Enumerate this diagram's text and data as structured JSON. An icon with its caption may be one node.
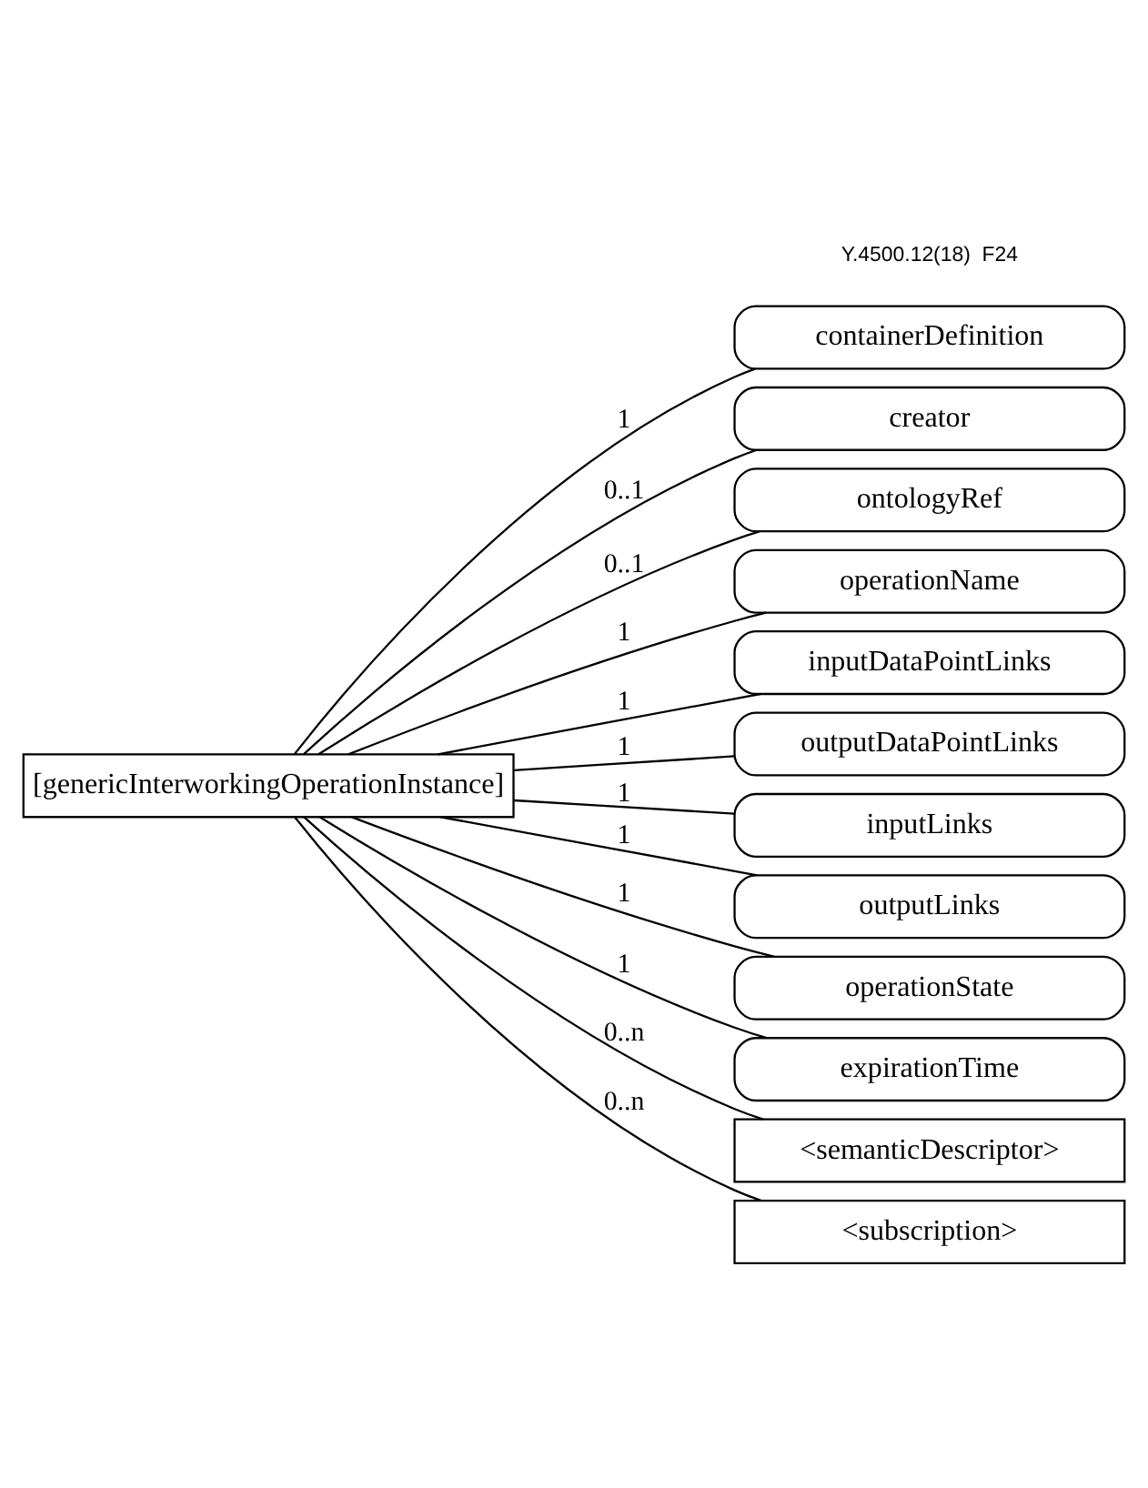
{
  "diagram": {
    "nodes": [
      {
        "text": [
          "[genericInterworkingOperationInstance]"
        ]
      },
      {
        "text": [
          "containerDefinition"
        ]
      },
      {
        "text": [
          "creator"
        ]
      },
      {
        "text": [
          "ontologyRef"
        ]
      },
      {
        "text": [
          "operationName"
        ]
      },
      {
        "text": [
          "inputDataPointLinks"
        ]
      },
      {
        "text": [
          "outputDataPointLinks"
        ]
      },
      {
        "text": [
          "inputLinks"
        ]
      },
      {
        "text": [
          "outputLinks"
        ]
      },
      {
        "text": [
          "operationState"
        ]
      },
      {
        "text": [
          "expirationTime"
        ]
      },
      {
        "text": [
          "<semanticDescriptor>"
        ]
      },
      {
        "text": [
          "<subscription>"
        ]
      }
    ],
    "edges": [
      {
        "from": 0,
        "to": 1,
        "arrow": "none",
        "label": "1"
      },
      {
        "from": 0,
        "to": 2,
        "arrow": "none",
        "label": "0..1"
      },
      {
        "from": 0,
        "to": 3,
        "arrow": "none",
        "label": "0..1"
      },
      {
        "from": 0,
        "to": 4,
        "arrow": "none",
        "label": "1"
      },
      {
        "from": 0,
        "to": 5,
        "arrow": "none",
        "label": "1"
      },
      {
        "from": 0,
        "to": 6,
        "arrow": "none",
        "label": "1"
      },
      {
        "from": 0,
        "to": 7,
        "arrow": "none",
        "label": "1"
      },
      {
        "from": 0,
        "to": 8,
        "arrow": "none",
        "label": "1"
      },
      {
        "from": 0,
        "to": 9,
        "arrow": "none",
        "label": "1"
      },
      {
        "from": 0,
        "to": 10,
        "arrow": "none",
        "label": "1"
      },
      {
        "from": 0,
        "to": 11,
        "arrow": "none",
        "label": "0..n"
      },
      {
        "from": 0,
        "to": 12,
        "arrow": "none",
        "label": "0..n"
      }
    ],
    "labels": [
      "Y.4500.12(18)  F24"
    ]
  }
}
